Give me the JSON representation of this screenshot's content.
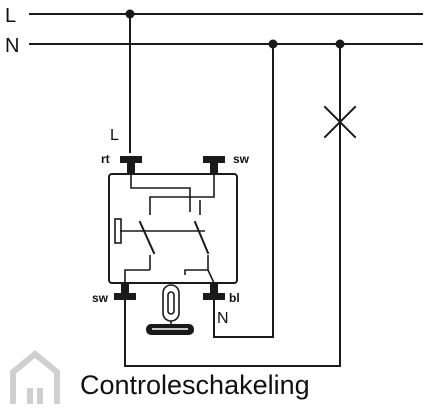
{
  "buses": {
    "line": "L",
    "neutral": "N"
  },
  "terminals": {
    "top_left_function": "L",
    "top_left": "rt",
    "top_right": "sw",
    "bottom_left": "sw",
    "bottom_right": "bl",
    "bottom_right_function": "N"
  },
  "caption": "Controleschakeling",
  "icons": {
    "logo": "house-icon",
    "lamp": "lamp-cross-icon"
  }
}
